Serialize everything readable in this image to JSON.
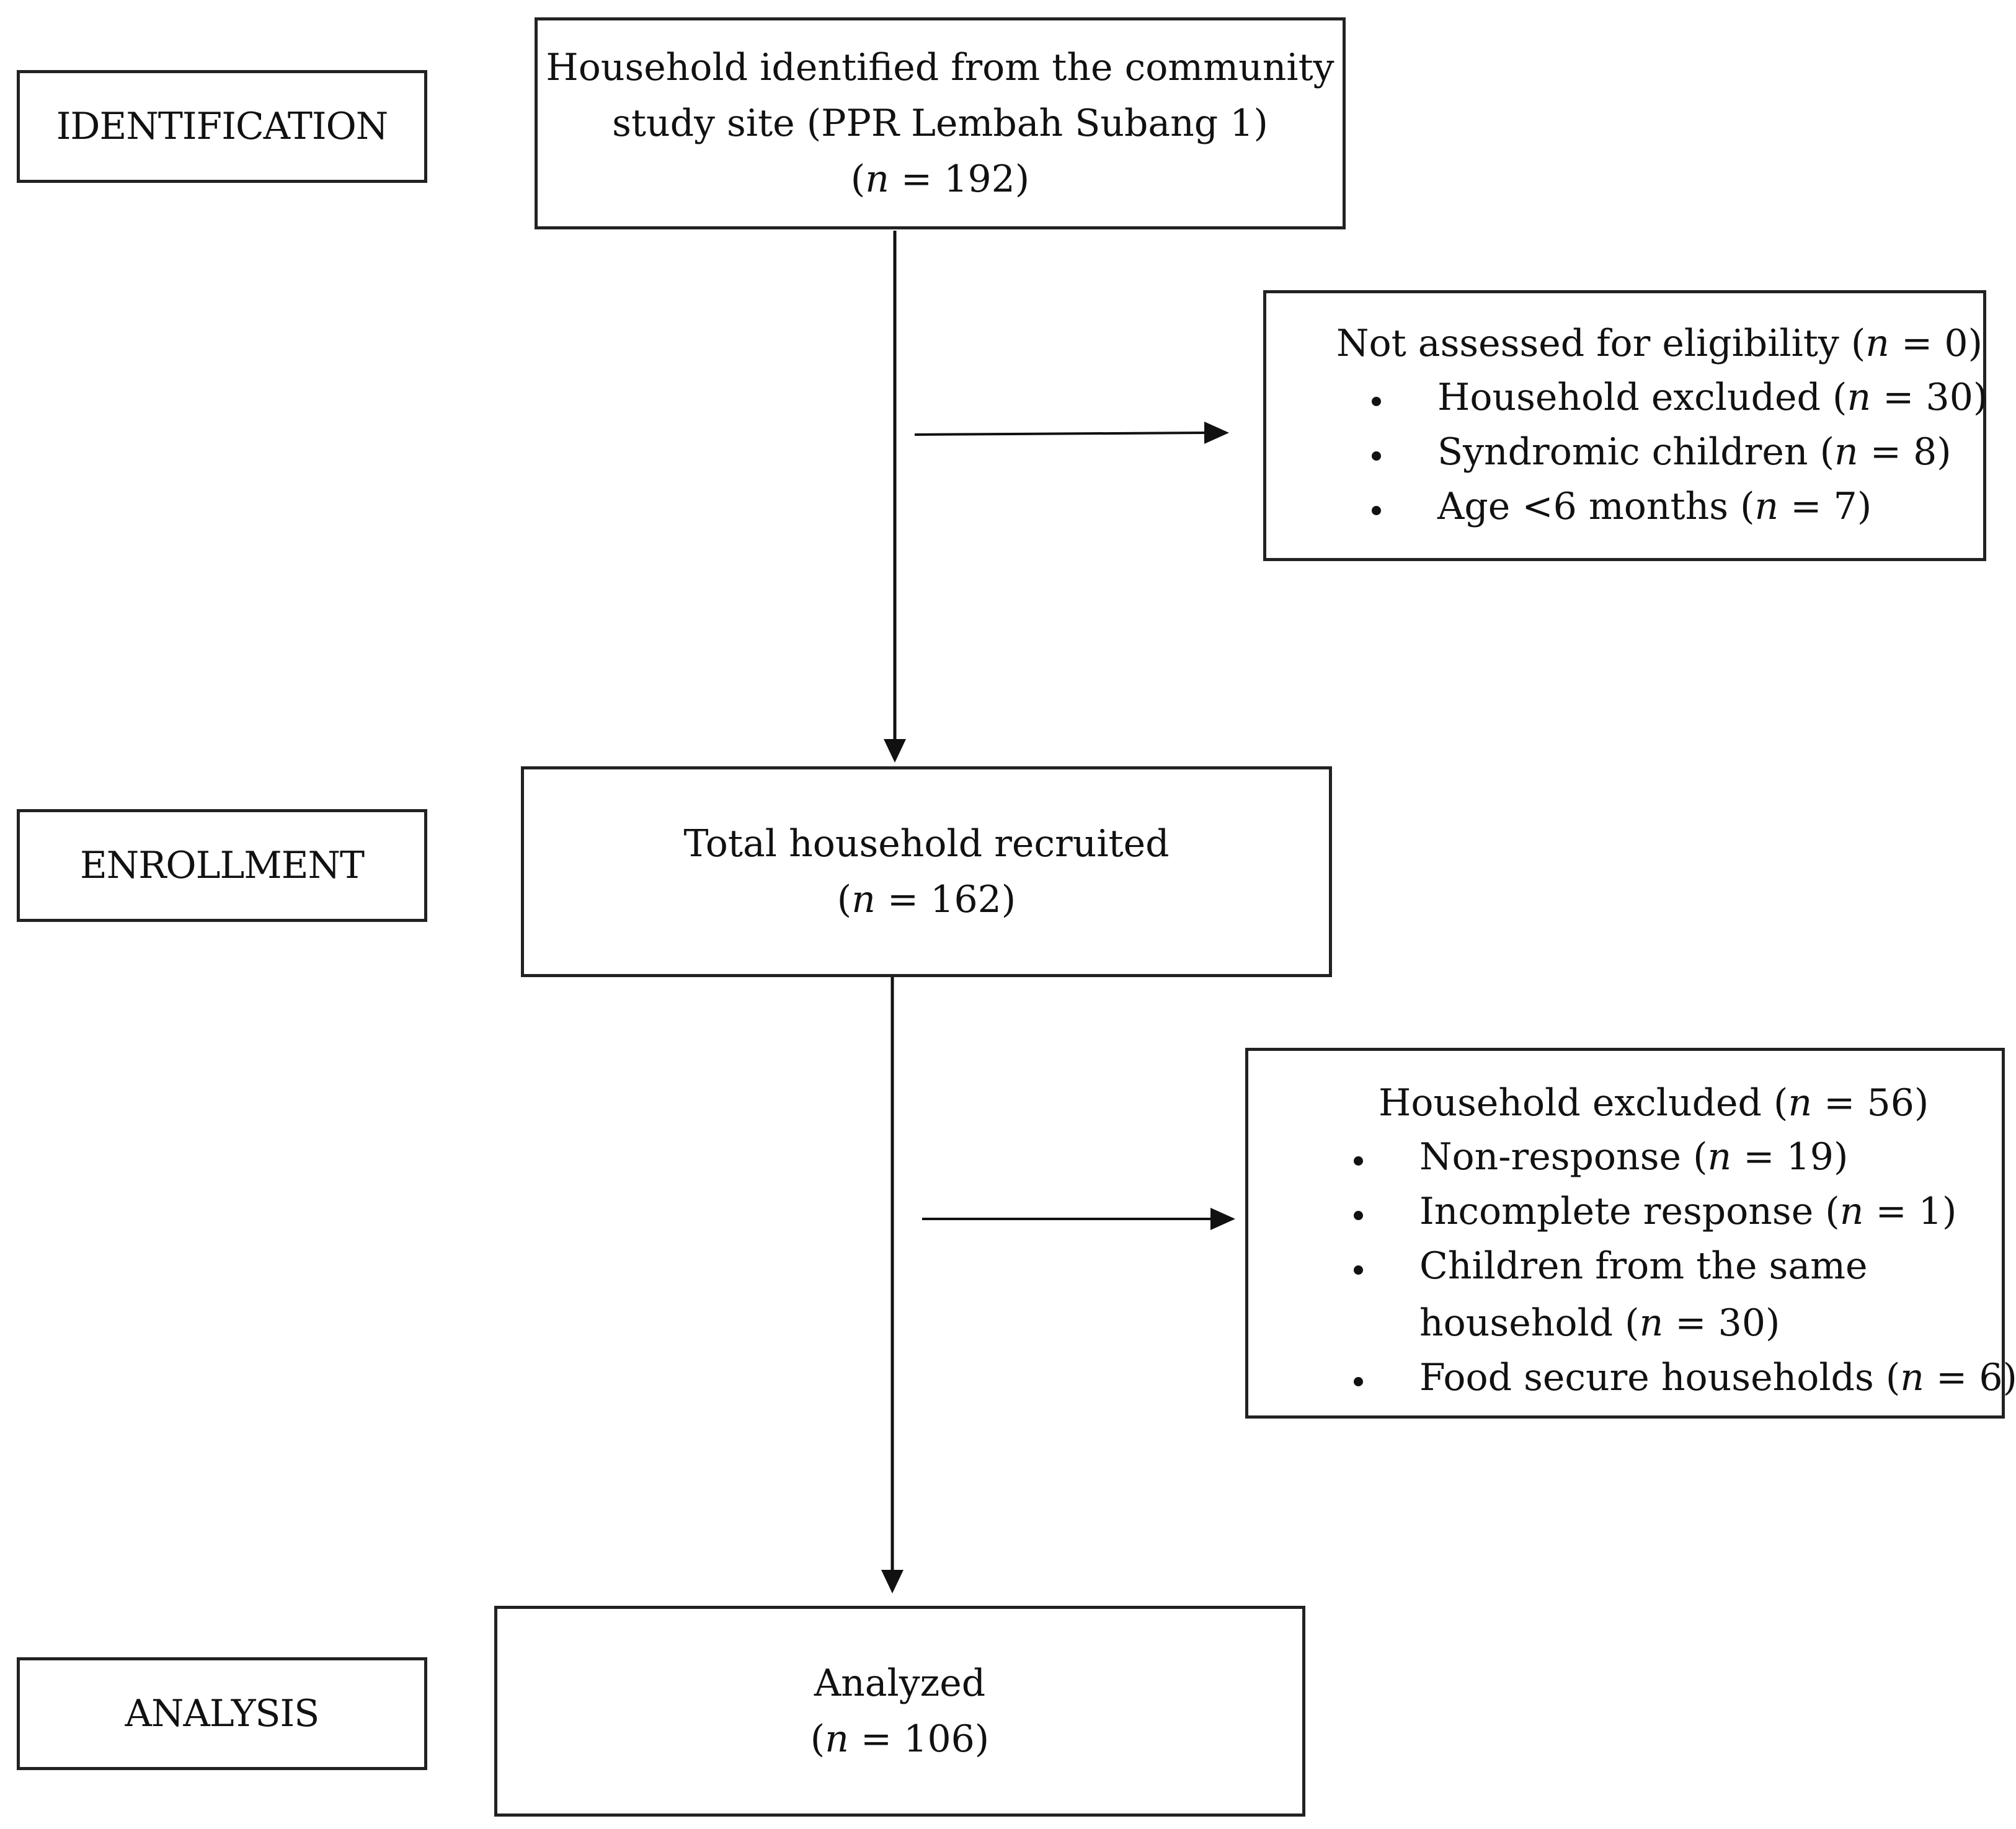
{
  "stages": {
    "identification": "IDENTIFICATION",
    "enrollment": "ENROLLMENT",
    "analysis": "ANALYSIS"
  },
  "n_prefix": "(",
  "n_symbol": "n",
  "n_equals": " = ",
  "n_suffix": ")",
  "identified": {
    "line1": "Household identified from the community",
    "line2": "study site (PPR Lembah Subang 1)",
    "n": "192"
  },
  "not_assessed": {
    "title": "Not assessed for eligibility",
    "title_n": "0",
    "items": [
      {
        "label": "Household excluded",
        "n": "30"
      },
      {
        "label": "Syndromic children",
        "n": "8"
      },
      {
        "label": "Age <6 months",
        "n": "7"
      }
    ]
  },
  "recruited": {
    "line1": "Total household recruited",
    "n": "162"
  },
  "excluded": {
    "title": "Household excluded",
    "title_n": "56",
    "items": [
      {
        "label": "Non-response",
        "n": "19"
      },
      {
        "label": "Incomplete response",
        "n": "1"
      },
      {
        "label": "Children from the same",
        "label_cont": "household",
        "n": "30"
      },
      {
        "label": "Food secure households",
        "n": "6"
      }
    ]
  },
  "analyzed": {
    "line1": "Analyzed",
    "n": "106"
  }
}
